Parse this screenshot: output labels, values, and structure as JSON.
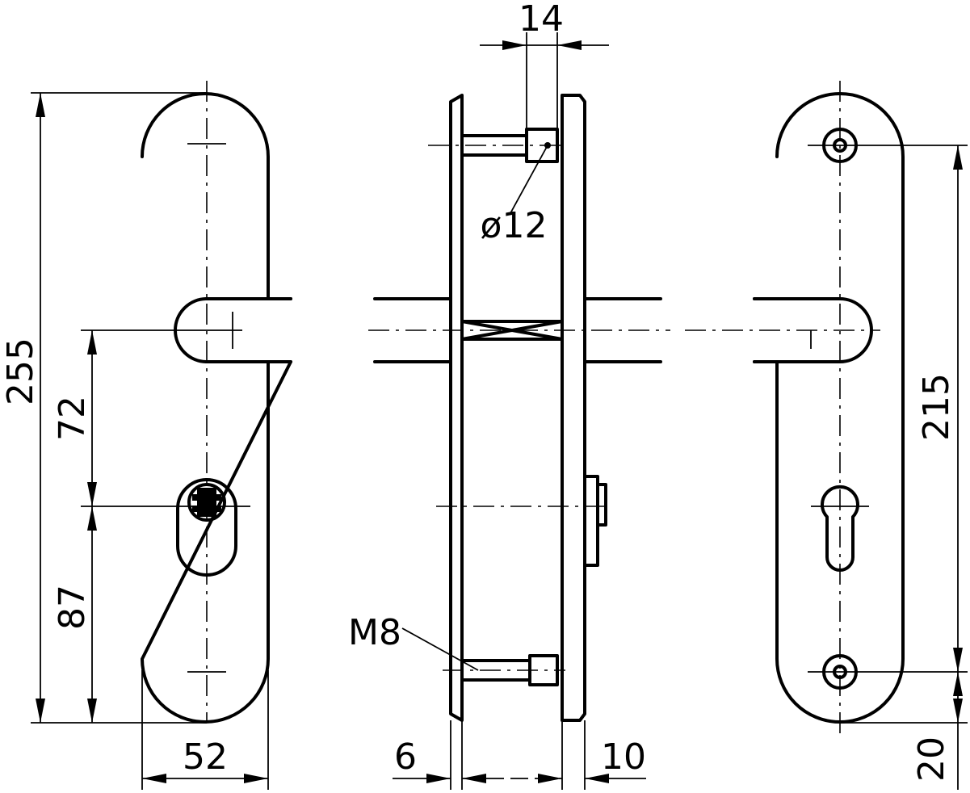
{
  "dimensions": {
    "total_height": "255",
    "handle_to_cylinder": "72",
    "cylinder_to_bottom": "87",
    "plate_width": "52",
    "spindle_square": "14",
    "pin_diameter": "ø12",
    "screw_thread": "M8",
    "front_plate_thickness": "6",
    "back_plate_thickness": "10",
    "screw_spacing": "215",
    "bottom_screw_offset": "20"
  },
  "colors": {
    "ink": "#000000",
    "paper": "#ffffff"
  }
}
